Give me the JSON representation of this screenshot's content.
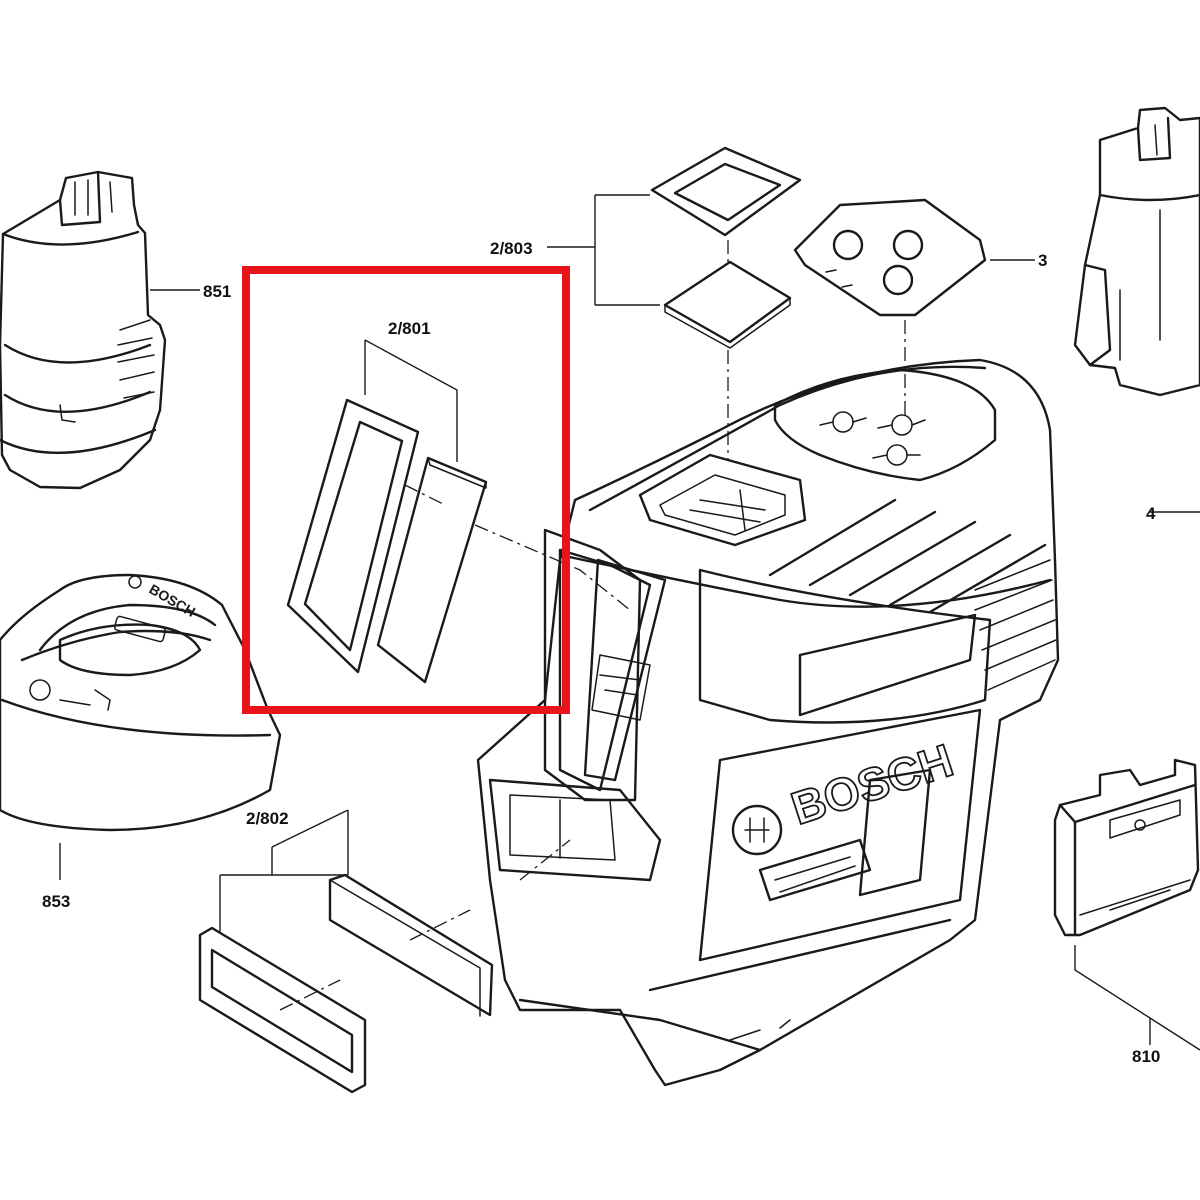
{
  "brand": "BOSCH",
  "highlight_color": "#e8141a",
  "parts": {
    "battery": "851",
    "charger": "853",
    "window_set_front": "2/801",
    "window_set_lower": "2/802",
    "window_set_top": "2/803",
    "top_plate": "3",
    "housing_cover": "4",
    "battery_door": "810"
  }
}
